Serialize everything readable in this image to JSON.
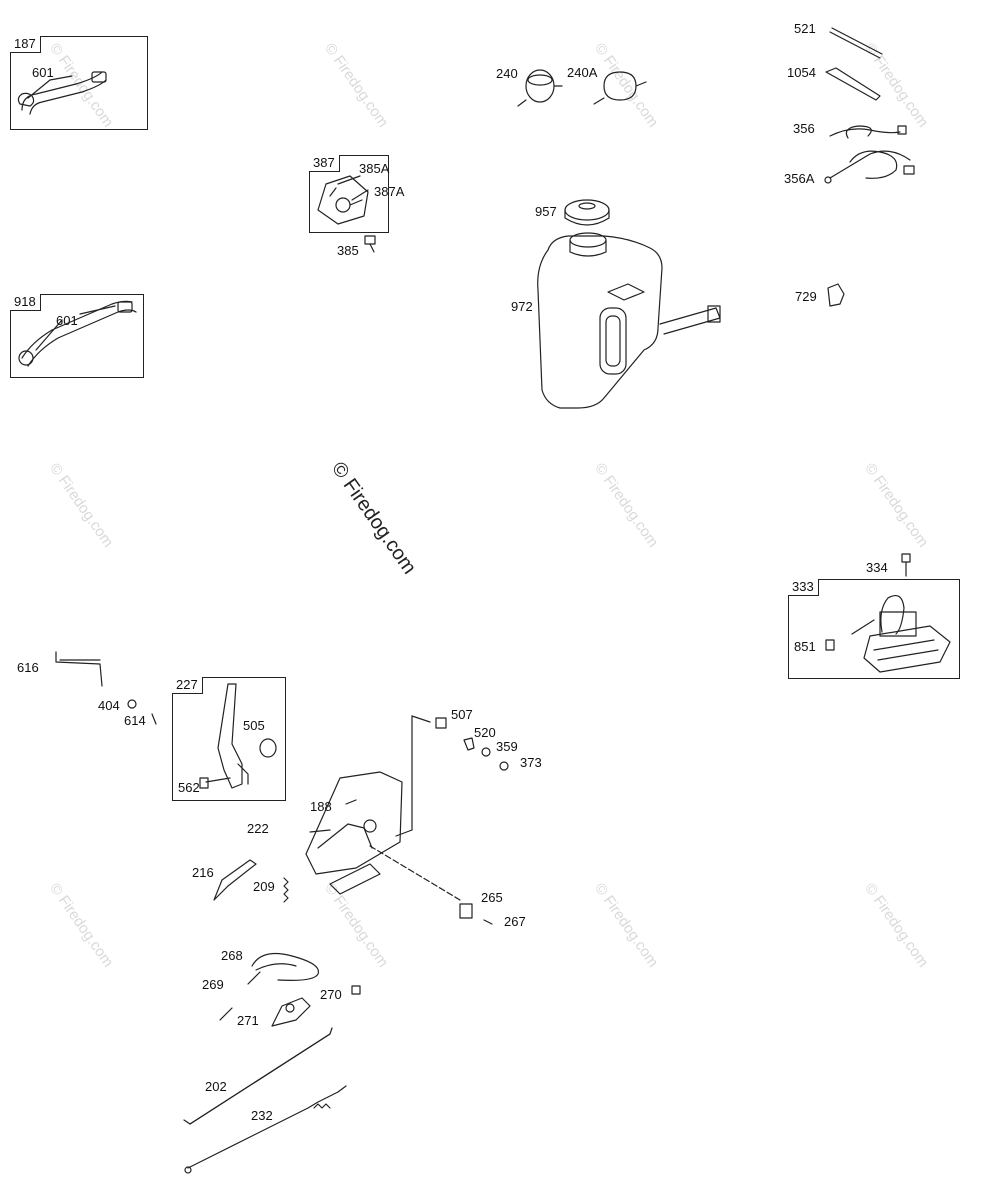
{
  "watermark": "© Firedog.com",
  "main_watermark": "© Firedog.com",
  "boxes": {
    "b187": "187",
    "b918": "918",
    "b387": "387",
    "b227": "227",
    "b333": "333"
  },
  "parts": {
    "p601a": "601",
    "p601b": "601",
    "p385A": "385A",
    "p387A": "387A",
    "p385": "385",
    "p240": "240",
    "p240A": "240A",
    "p957": "957",
    "p972": "972",
    "p521": "521",
    "p1054": "1054",
    "p356": "356",
    "p356A": "356A",
    "p729": "729",
    "p334": "334",
    "p851": "851",
    "p616": "616",
    "p404": "404",
    "p614": "614",
    "p505": "505",
    "p562": "562",
    "p507": "507",
    "p520": "520",
    "p359": "359",
    "p373": "373",
    "p188": "188",
    "p222": "222",
    "p216": "216",
    "p209": "209",
    "p265": "265",
    "p267": "267",
    "p268": "268",
    "p269": "269",
    "p270": "270",
    "p271": "271",
    "p202": "202",
    "p232": "232"
  }
}
